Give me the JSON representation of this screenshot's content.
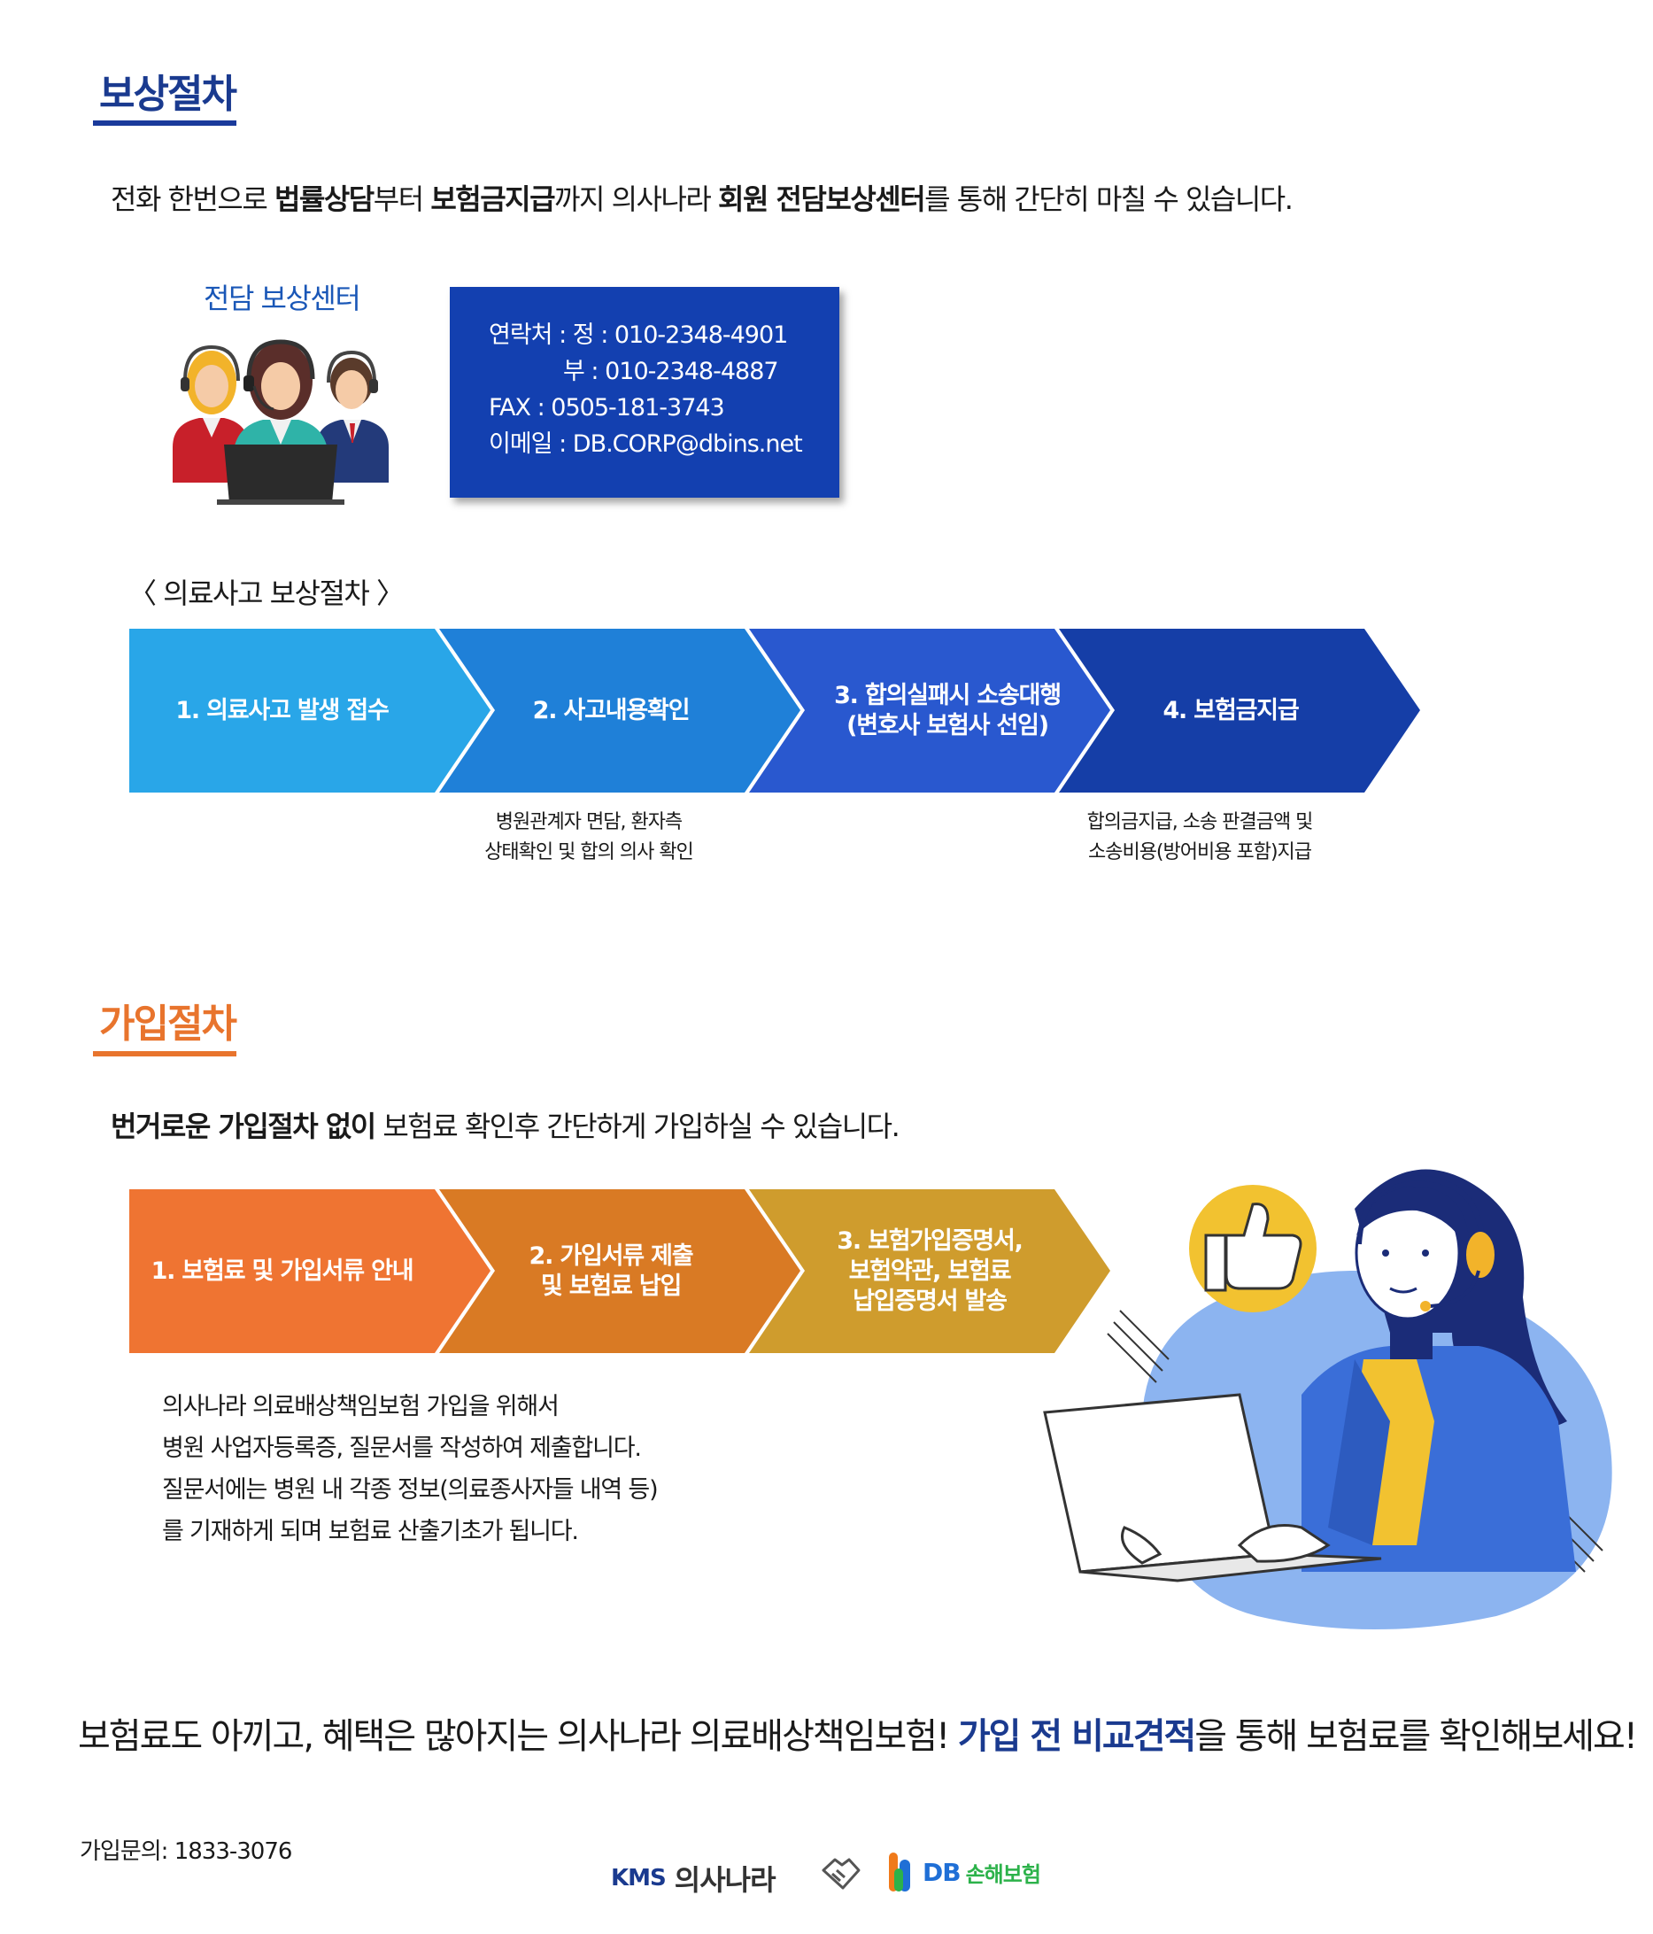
{
  "compensation": {
    "title": "보상절차",
    "lead": {
      "p1": "전화 한번으로 ",
      "b1": "법률상담",
      "p2": "부터 ",
      "b2": "보험금지급",
      "p3": "까지 의사나라 ",
      "b3": "회원 전담보상센터",
      "p4": "를 통해 간단히 마칠 수 있습니다."
    },
    "center_label": "전담 보상센터",
    "contact": {
      "line1": "연락처 : 정 : 010-2348-4901",
      "line2": "부 : 010-2348-4887",
      "line3": "FAX : 0505-181-3743",
      "line4": "이메일 : DB.CORP@dbins.net"
    },
    "process_label": "〈 의료사고 보상절차 〉",
    "steps": [
      {
        "label": "1. 의료사고 발생 접수",
        "color": "#29a6e8"
      },
      {
        "label": "2. 사고내용확인",
        "color": "#1f80d8"
      },
      {
        "label": "3. 합의실패시 소송대행\n(변호사 보험사 선임)",
        "color": "#2958cf"
      },
      {
        "label": "4. 보험금지급",
        "color": "#153ea7"
      }
    ],
    "notes": {
      "step2": "병원관계자 면담, 환자측\n상태확인 및 합의 의사 확인",
      "step4": "합의금지급, 소송 판결금액 및\n소송비용(방어비용 포함)지급"
    }
  },
  "enrollment": {
    "title": "가입절차",
    "lead": {
      "b1": "번거로운 가입절차 없이",
      "p1": " 보험료 확인후 간단하게 가입하실 수 있습니다."
    },
    "steps": [
      {
        "label": "1. 보험료 및 가입서류 안내",
        "color": "#ef7432"
      },
      {
        "label": "2. 가입서류 제출\n 및 보험료 납입",
        "color": "#d97a24"
      },
      {
        "label": "3. 보험가입증명서,\n보험약관, 보험료\n납입증명서 발송",
        "color": "#cf9c2d"
      }
    ],
    "note": {
      "line1": "의사나라 의료배상책임보험 가입을 위해서",
      "line2": "병원 사업자등록증, 질문서를 작성하여 제출합니다.",
      "line3": "질문서에는 병원 내 각종 정보(의료종사자들 내역 등)",
      "line4": "를 기재하게 되며 보험료 산출기초가 됩니다."
    }
  },
  "bottom": {
    "p1": "보험료도 아끼고, 혜택은 많아지는 의사나라 의료배상책임보험! ",
    "b1": "가입 전 비교견적",
    "p2": "을 통해 보험료를 확인해보세요!"
  },
  "footer": {
    "inquiry": "가입문의: 1833-3076",
    "logo1_mark": "KMS",
    "logo1_text": "의사나라",
    "logo2_mark": "DB",
    "logo2_text": "손해보험"
  },
  "colors": {
    "title_blue": "#1a3a8f",
    "underline_blue": "#1a3a9b",
    "title_orange": "#e8742d",
    "underline_orange": "#e8742d",
    "contact_bg": "#1340b0"
  }
}
